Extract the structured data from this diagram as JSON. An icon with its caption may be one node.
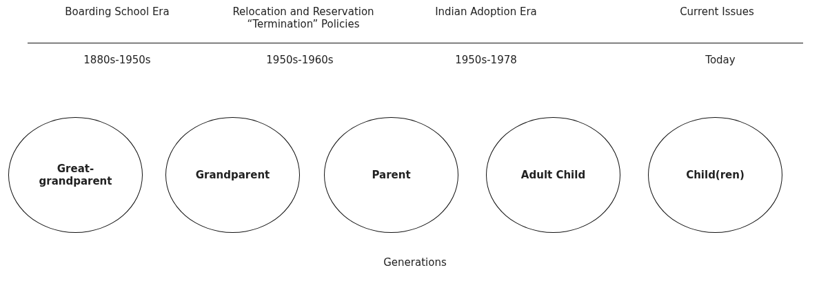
{
  "diagram": {
    "caption": "Generations",
    "nodes": [
      {
        "text": [
          "Great-grandparent"
        ]
      },
      {
        "text": [
          "Grandparent"
        ]
      },
      {
        "text": [
          "Parent"
        ]
      },
      {
        "text": [
          "Adult Child"
        ]
      },
      {
        "text": [
          "Child(ren)"
        ]
      }
    ],
    "labels": [
      "Boarding School Era",
      "Relocation and Reservation “Termination” Policies",
      "Indian Adoption Era",
      "Current Issues",
      "1880s-1950s",
      "1950s-1960s",
      "1950s-1978",
      "Today"
    ]
  }
}
